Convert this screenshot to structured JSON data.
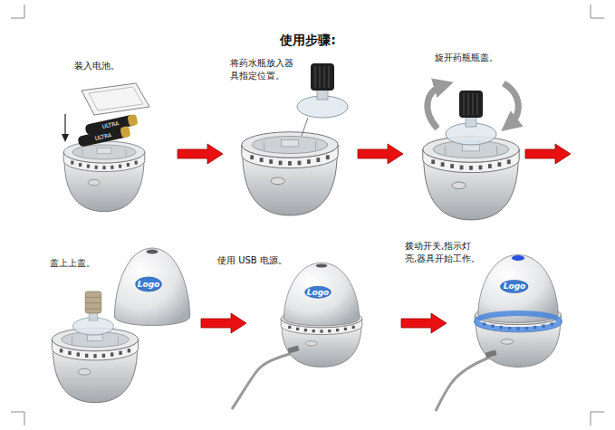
{
  "diagram": {
    "title": "使用步骤:",
    "labels": [
      "装入电池。",
      "将药水瓶放入器具指定位置。",
      "旋开药瓶瓶盖。",
      "盖上上盖。",
      "使用 USB 电源。",
      "拨动开关,指示灯亮,器具开始工作。",
      "Logo",
      "Logo",
      "Logo",
      "ULTRA",
      "ULTRA"
    ]
  }
}
